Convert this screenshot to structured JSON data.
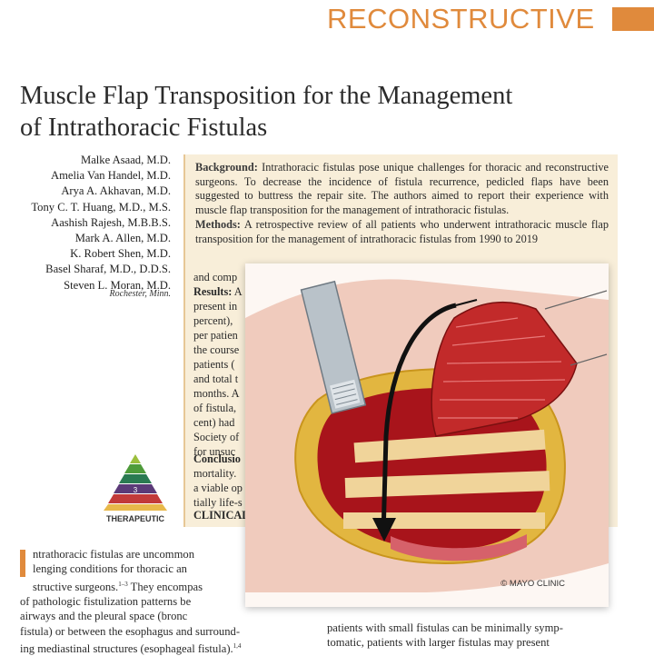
{
  "section": {
    "label": "RECONSTRUCTIVE",
    "accent_color": "#e08a3c"
  },
  "article": {
    "title_line1": "Muscle Flap Transposition for the Management",
    "title_line2": "of Intrathoracic Fistulas",
    "authors": [
      "Malke Asaad, M.D.",
      "Amelia Van Handel, M.D.",
      "Arya A. Akhavan, M.D.",
      "Tony C. T. Huang, M.D., M.S.",
      "Aashish Rajesh, M.B.B.S.",
      "Mark A. Allen, M.D.",
      "K. Robert Shen, M.D.",
      "Basel Sharaf, M.D., D.D.S.",
      "Steven L. Moran, M.D."
    ],
    "location": "Rochester, Minn."
  },
  "abstract": {
    "background_heading": "Background:",
    "background_text": "Intrathoracic fistulas pose unique challenges for thoracic and reconstructive surgeons. To decrease the incidence of fistula recurrence, pedicled flaps have been suggested to buttress the repair site. The authors aimed to report their experience with muscle flap transposition for the management of intrathoracic fistulas.",
    "methods_heading": "Methods:",
    "methods_text": "A retrospective review of all patients who underwent intrathoracic muscle flap transposition for the management of intrathoracic fistulas from 1990 to 2019",
    "methods_tail": "and comp",
    "results_heading": "Results:",
    "results_frag": "A",
    "visible_fragments": [
      "present in",
      "percent),",
      "per patien",
      "the course",
      "patients (",
      "and total t",
      "months. A",
      "of fistula,",
      "cent) had",
      "Society of",
      "for unsuc"
    ],
    "conclusion_heading": "Conclusio",
    "conclusion_fragments": [
      "mortality.",
      "a viable op",
      "tially life-s"
    ],
    "clinical_label": "CLINICAL"
  },
  "evidence": {
    "label": "THERAPEUTIC",
    "level": "3"
  },
  "body": {
    "intro_text": "ntrathoracic fistulas are uncommon",
    "line2": "lenging conditions for thoracic an",
    "line3": "structive surgeons.",
    "line3_ref": "1–3",
    "line3_tail": " They encompas",
    "line4": "of pathologic fistulization patterns be",
    "line5": "airways and the pleural space (bronc",
    "line6": "fistula) or between the esophagus and surround-",
    "line7": "ing mediastinal structures (esophageal fistula).",
    "line7_ref": "1,4",
    "right_line1": "patients with small fistulas can be minimally symp-",
    "right_line2": "tomatic, patients with larger fistulas may present"
  },
  "figure": {
    "credit": "© MAYO CLINIC"
  }
}
